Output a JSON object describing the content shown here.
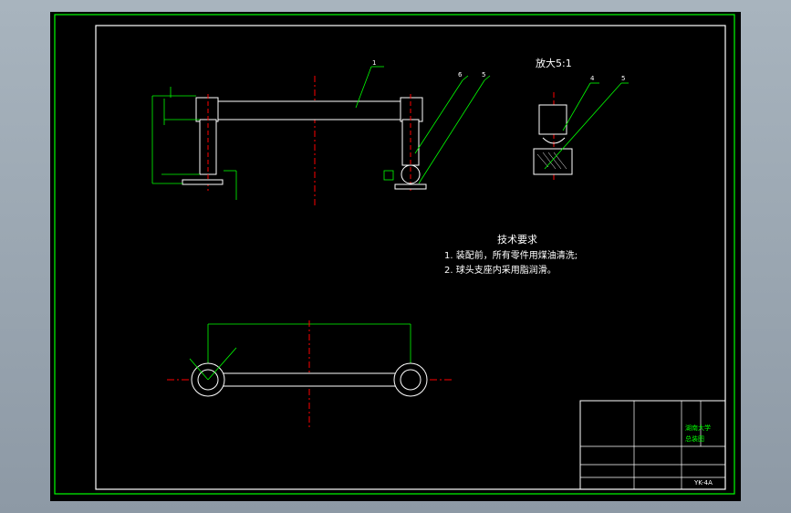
{
  "colors": {
    "viewport_bg": "#000000",
    "frame": "#00ff00",
    "part_lines": "#ffffff",
    "dimensions": "#00ff00",
    "centerlines": "#ff0000",
    "text": "#ffffff"
  },
  "detail_view": {
    "title": "放大5:1"
  },
  "leaders": {
    "main_1": "1",
    "main_2": "6",
    "main_3": "5",
    "detail_1": "4",
    "detail_2": "5"
  },
  "notes": {
    "heading": "技术要求",
    "items": [
      "1. 装配前，所有零件用煤油清洗;",
      "2. 球头支座内采用脂润滑。"
    ]
  },
  "title_block": {
    "school": "湖南大学",
    "label": "总装图",
    "code": "YK-4A"
  }
}
